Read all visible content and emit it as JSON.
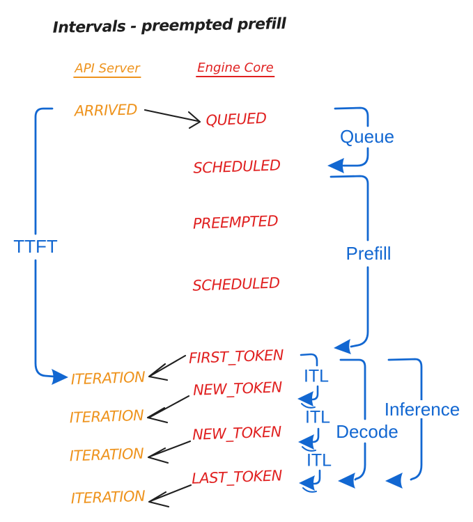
{
  "title": "Intervals - preempted prefill",
  "columns": {
    "api_server": "API Server",
    "engine_core": "Engine Core"
  },
  "api_events": {
    "arrived": "ARRIVED",
    "iteration1": "ITERATION",
    "iteration2": "ITERATION",
    "iteration3": "ITERATION",
    "iteration4": "ITERATION"
  },
  "engine_events": {
    "queued": "QUEUED",
    "scheduled1": "SCHEDULED",
    "preempted": "PREEMPTED",
    "scheduled2": "SCHEDULED",
    "first_token": "FIRST_TOKEN",
    "new_token1": "NEW_TOKEN",
    "new_token2": "NEW_TOKEN",
    "last_token": "LAST_TOKEN"
  },
  "intervals": {
    "ttft": "TTFT",
    "queue": "Queue",
    "prefill": "Prefill",
    "itl1": "ITL",
    "itl2": "ITL",
    "itl3": "ITL",
    "decode": "Decode",
    "inference": "Inference"
  },
  "colors": {
    "orange": "#ee931d",
    "red": "#e02020",
    "blue": "#1267d1",
    "ink": "#1f1f1f"
  }
}
